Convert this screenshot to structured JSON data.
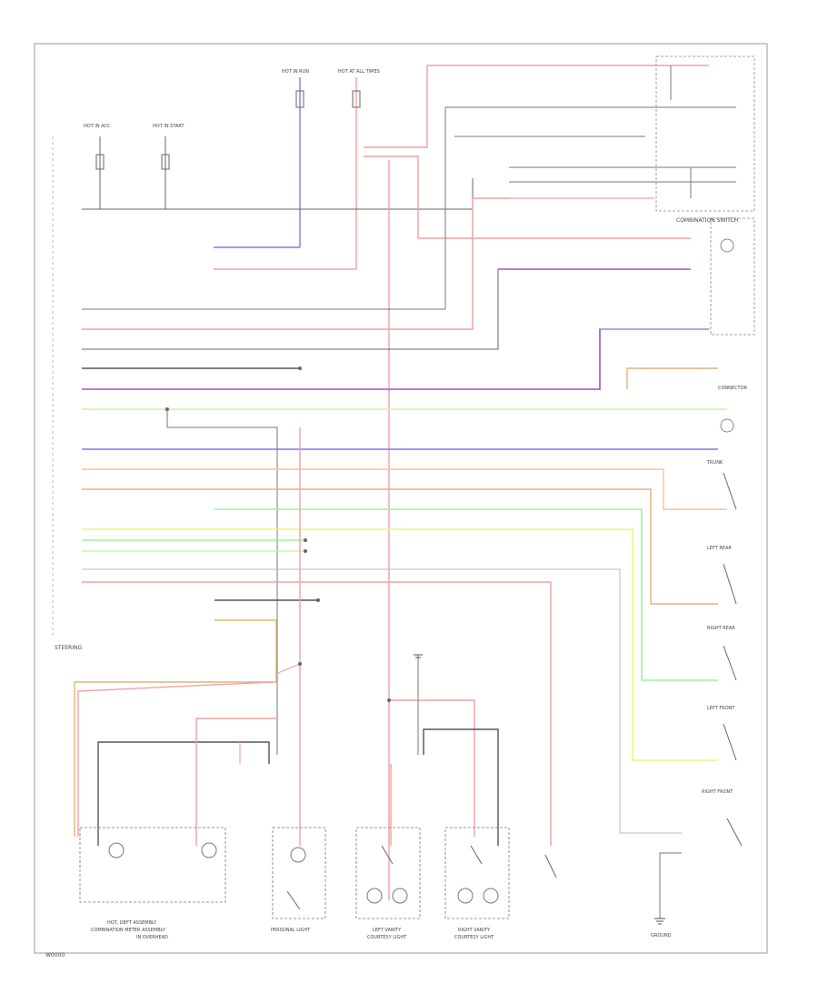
{
  "colors": {
    "red": "#f3a0a0",
    "pink": "#f6b8b8",
    "blue": "#7a7af2",
    "lightblue": "#8fa8f4",
    "green": "#9df29d",
    "lightgreen": "#c6f5a8",
    "yellow": "#f2f27a",
    "orange": "#f2c490",
    "tan": "#d8b878",
    "purple": "#a050c0",
    "grey": "#888888",
    "darkgrey": "#555555",
    "black": "#222222",
    "frame": "#999999"
  },
  "labels": {
    "page_id": "W0000",
    "steering": "STEERING",
    "combination_switch": "COMBINATION SWITCH",
    "connector": "CONNECTOR",
    "footer_left_top": "HOT, DEFT ASSEMBLY",
    "footer_left_mid": "COMBINATION METER ASSEMBLY",
    "footer_left_bot": "IN OVERHEAD",
    "footer_center": "PERSONAL LIGHT",
    "footer_r1_top": "LEFT VANITY",
    "footer_r1_bot": "COURTESY LIGHT",
    "footer_r2_top": "RIGHT VANITY",
    "footer_r2_bot": "COURTESY LIGHT",
    "left_front": "LEFT FRONT",
    "right_front": "RIGHT FRONT",
    "left_rear": "LEFT REAR",
    "right_rear": "RIGHT REAR",
    "trunk": "TRUNK",
    "ground": "GROUND",
    "fuse_a": "HOT AT ALL TIMES",
    "fuse_b": "HOT IN RUN",
    "fuse_c": "HOT IN ACC",
    "fuse_d": "HOT IN START"
  }
}
